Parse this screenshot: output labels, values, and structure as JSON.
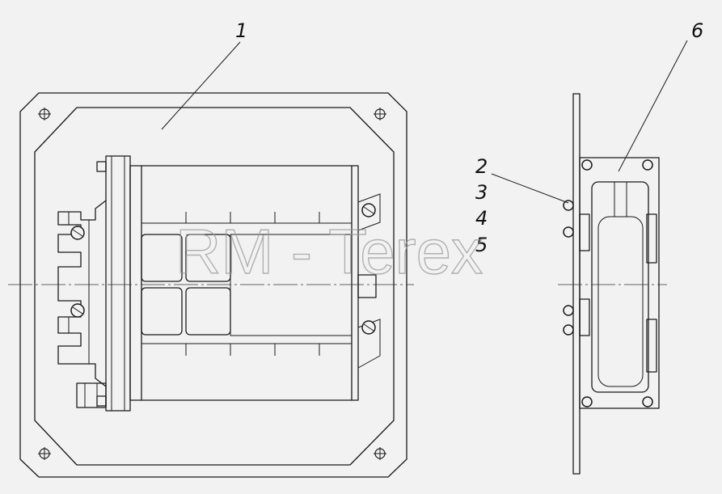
{
  "callouts": [
    "1",
    "2",
    "3",
    "4",
    "5",
    "6"
  ],
  "watermark": "RM - Terex"
}
